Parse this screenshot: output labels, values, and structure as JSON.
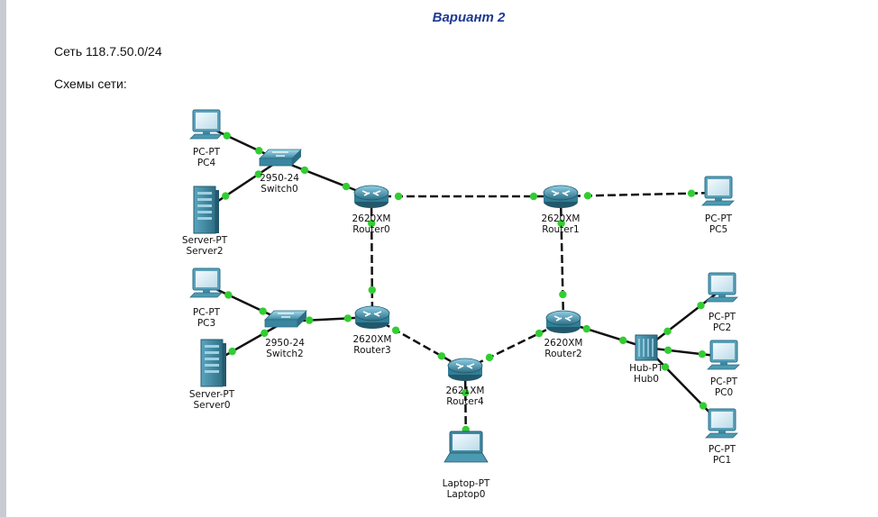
{
  "title": "Вариант 2",
  "network_line": "Сеть 118.7.50.0/24",
  "schemes_line": "Схемы сети:",
  "colors": {
    "title": "#1f3a93",
    "link_dot": "#33cc33",
    "link_line": "#111111",
    "router": "#2f7f98",
    "switch": "#3e8ea8",
    "computer": "#4c99b2"
  },
  "devices": [
    {
      "id": "pc4",
      "type": "pc",
      "model": "PC-PT",
      "name": "PC4"
    },
    {
      "id": "switch0",
      "type": "switch",
      "model": "2950-24",
      "name": "Switch0"
    },
    {
      "id": "server2",
      "type": "server",
      "model": "Server-PT",
      "name": "Server2"
    },
    {
      "id": "router0",
      "type": "router",
      "model": "2620XM",
      "name": "Router0"
    },
    {
      "id": "router1",
      "type": "router",
      "model": "2620XM",
      "name": "Router1"
    },
    {
      "id": "pc5",
      "type": "pc",
      "model": "PC-PT",
      "name": "PC5"
    },
    {
      "id": "pc3",
      "type": "pc",
      "model": "PC-PT",
      "name": "PC3"
    },
    {
      "id": "switch2",
      "type": "switch",
      "model": "2950-24",
      "name": "Switch2"
    },
    {
      "id": "server0",
      "type": "server",
      "model": "Server-PT",
      "name": "Server0"
    },
    {
      "id": "router3",
      "type": "router",
      "model": "2620XM",
      "name": "Router3"
    },
    {
      "id": "router4",
      "type": "router",
      "model": "2621XM",
      "name": "Router4"
    },
    {
      "id": "router2",
      "type": "router",
      "model": "2620XM",
      "name": "Router2"
    },
    {
      "id": "hub0",
      "type": "hub",
      "model": "Hub-PT",
      "name": "Hub0"
    },
    {
      "id": "pc2",
      "type": "pc",
      "model": "PC-PT",
      "name": "PC2"
    },
    {
      "id": "pc0",
      "type": "pc",
      "model": "PC-PT",
      "name": "PC0"
    },
    {
      "id": "pc1",
      "type": "pc",
      "model": "PC-PT",
      "name": "PC1"
    },
    {
      "id": "laptop0",
      "type": "laptop",
      "model": "Laptop-PT",
      "name": "Laptop0"
    }
  ],
  "links": [
    {
      "from": "pc4",
      "to": "switch0",
      "style": "solid"
    },
    {
      "from": "server2",
      "to": "switch0",
      "style": "solid"
    },
    {
      "from": "switch0",
      "to": "router0",
      "style": "solid"
    },
    {
      "from": "router0",
      "to": "router1",
      "style": "dashed"
    },
    {
      "from": "router1",
      "to": "pc5",
      "style": "dashed"
    },
    {
      "from": "router0",
      "to": "router3",
      "style": "dashed"
    },
    {
      "from": "router1",
      "to": "router2",
      "style": "dashed"
    },
    {
      "from": "pc3",
      "to": "switch2",
      "style": "solid"
    },
    {
      "from": "server0",
      "to": "switch2",
      "style": "solid"
    },
    {
      "from": "switch2",
      "to": "router3",
      "style": "solid"
    },
    {
      "from": "router3",
      "to": "router4",
      "style": "dashed"
    },
    {
      "from": "router4",
      "to": "router2",
      "style": "dashed"
    },
    {
      "from": "router4",
      "to": "laptop0",
      "style": "dashed"
    },
    {
      "from": "router2",
      "to": "hub0",
      "style": "solid"
    },
    {
      "from": "hub0",
      "to": "pc2",
      "style": "solid"
    },
    {
      "from": "hub0",
      "to": "pc0",
      "style": "solid"
    },
    {
      "from": "hub0",
      "to": "pc1",
      "style": "solid"
    }
  ]
}
